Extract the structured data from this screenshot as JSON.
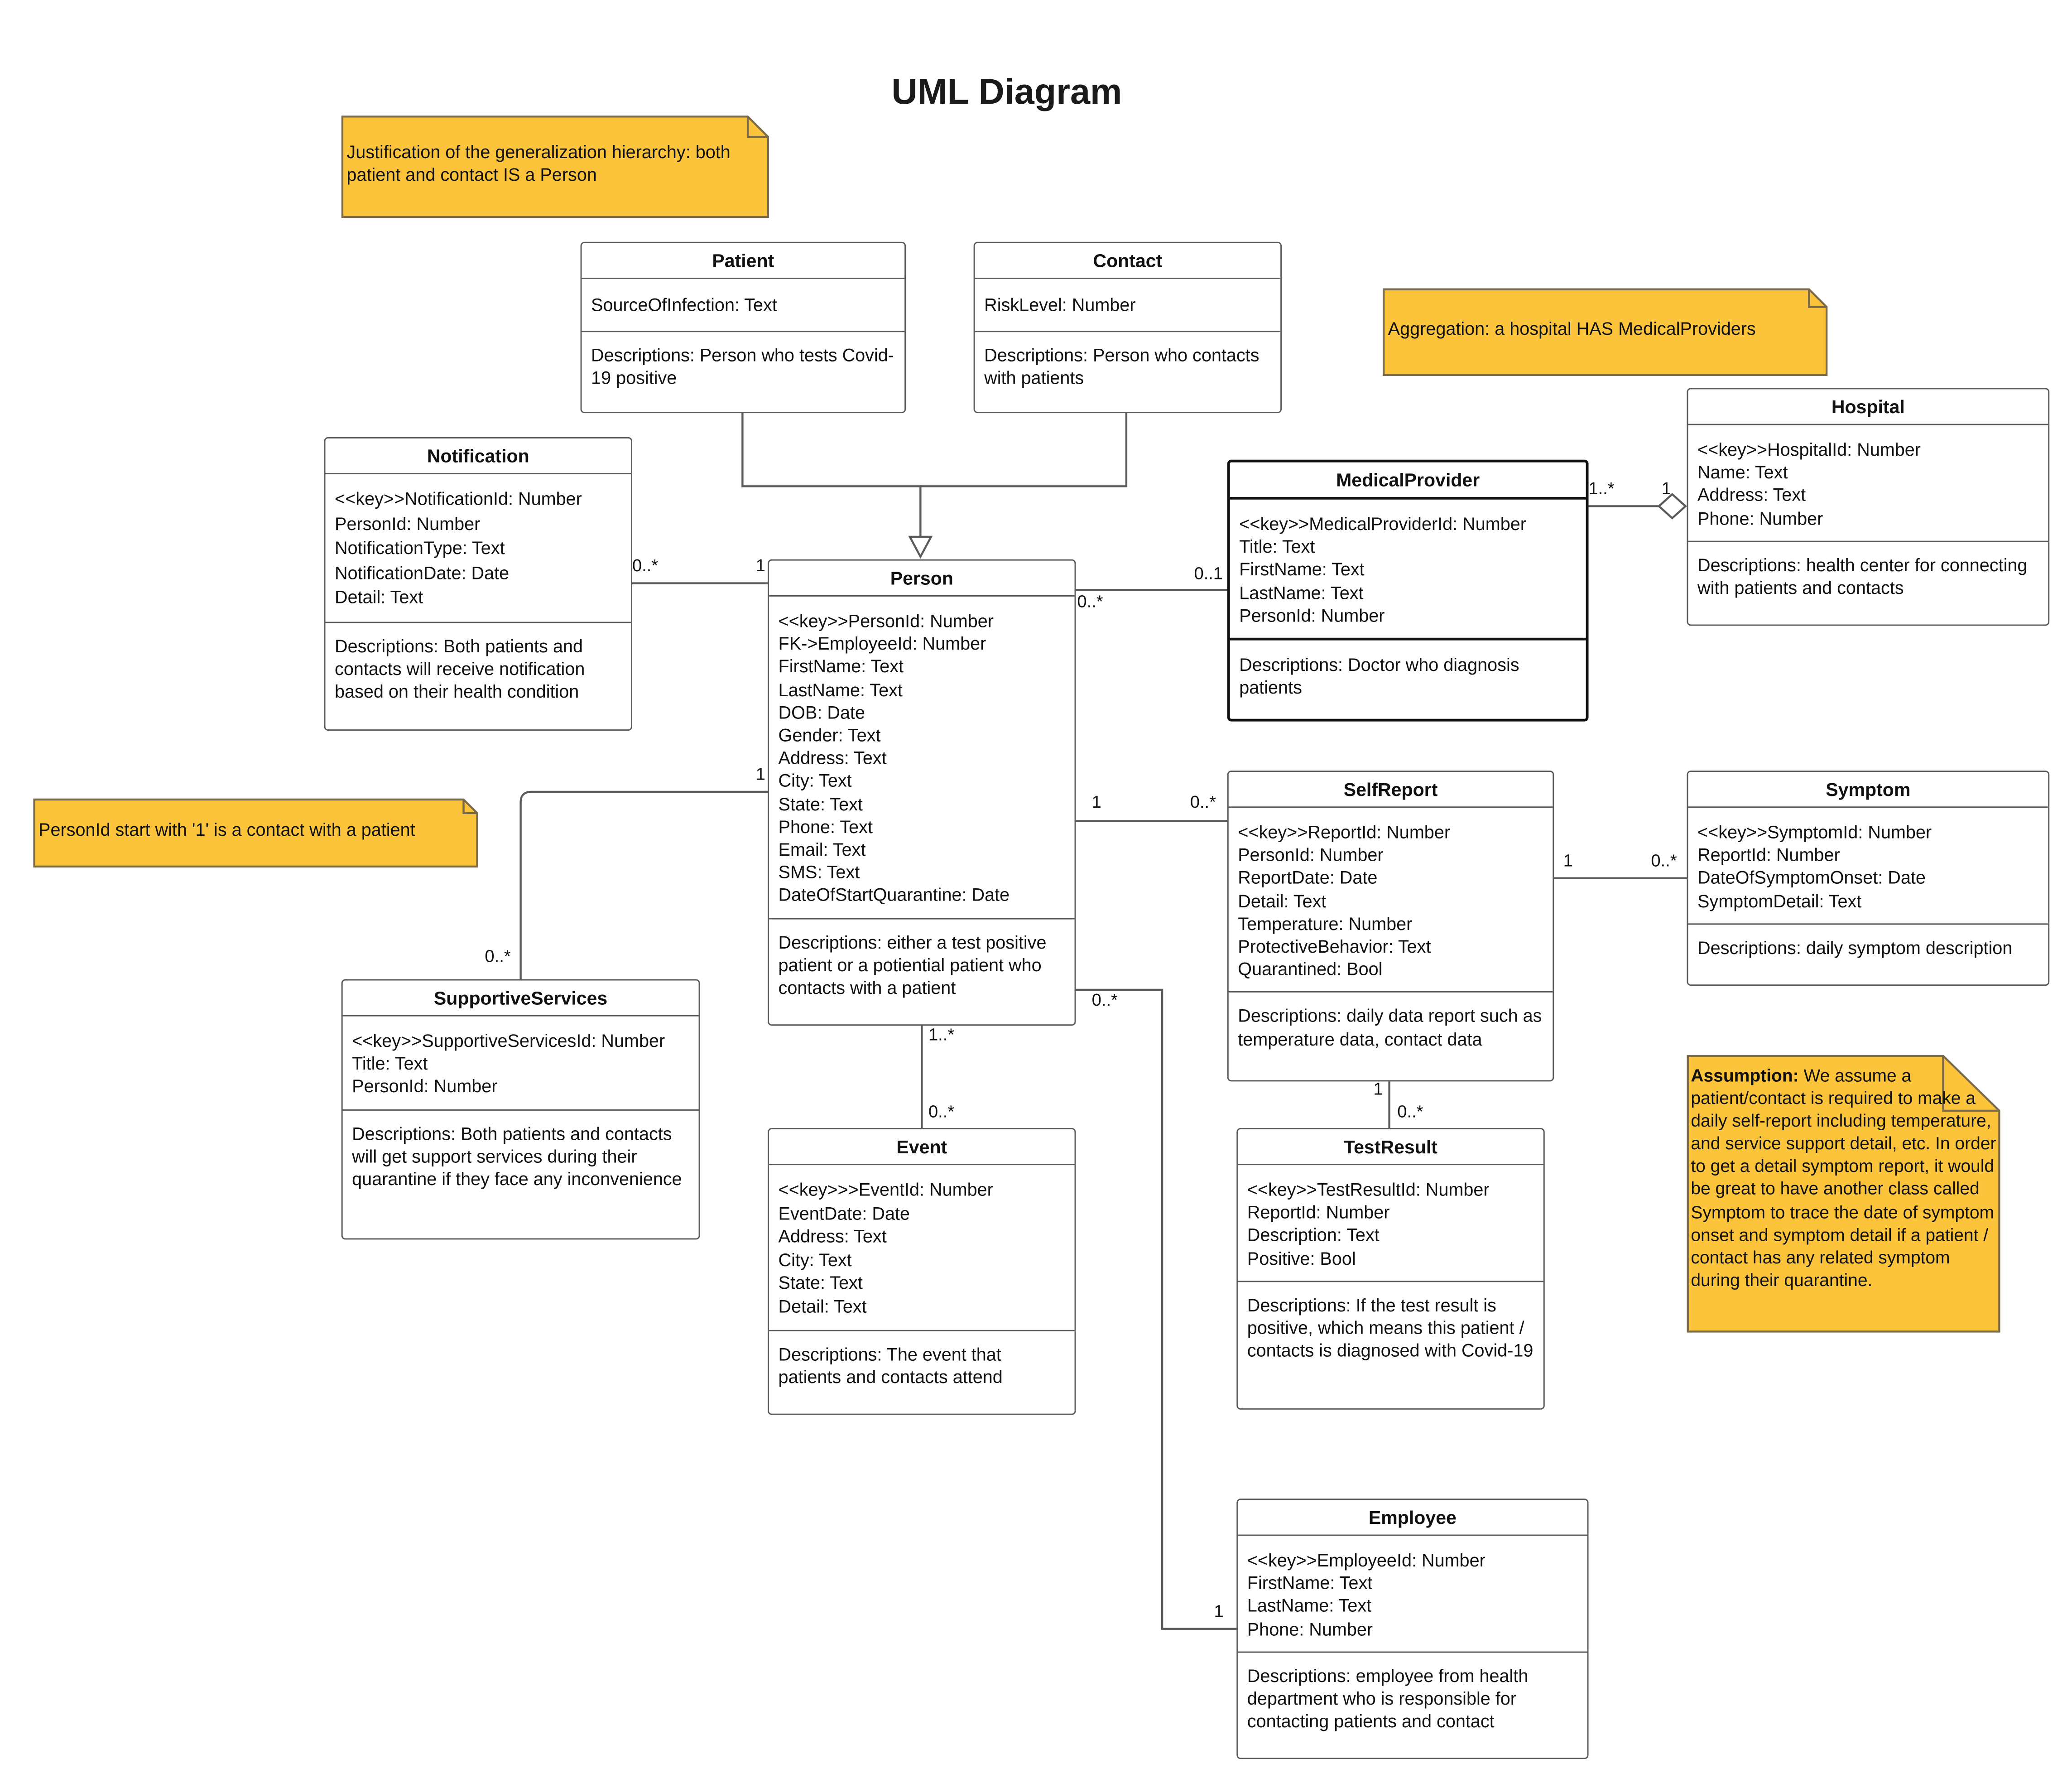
{
  "diagram": {
    "title": "UML Diagram",
    "notes": {
      "generalization": "Justification of the generalization hierarchy: both patient and contact IS a Person",
      "aggregation": "Aggregation: a hospital HAS MedicalProviders",
      "person_id": "PersonId start with '1' is a contact with a patient",
      "assumption_bold": "Assumption:",
      "assumption_text": "We assume a patient/contact is required to make a daily self-report including temperature, and service support detail, etc. In order to get a detail symptom report, it would be great to have another class called Symptom to trace the date of symptom onset and symptom detail if a patient / contact has any related symptom during their quarantine."
    },
    "classes": {
      "patient": {
        "name": "Patient",
        "attributes": [
          "SourceOfInfection: Text"
        ],
        "description": "Descriptions: Person who tests Covid-19 positive"
      },
      "contact": {
        "name": "Contact",
        "attributes": [
          "RiskLevel: Number"
        ],
        "description": "Descriptions: Person who contacts with patients"
      },
      "notification": {
        "name": "Notification",
        "attributes": [
          "<<key>>NotificationId: Number",
          "PersonId: Number",
          "NotificationType: Text",
          "NotificationDate: Date",
          "Detail: Text"
        ],
        "description": "Descriptions: Both patients and contacts will receive notification based on their health condition"
      },
      "person": {
        "name": "Person",
        "attributes": [
          "<<key>>PersonId: Number",
          "FK->EmployeeId: Number",
          "FirstName: Text",
          "LastName: Text",
          "DOB: Date",
          "Gender: Text",
          "Address: Text",
          "City: Text",
          "State: Text",
          "Phone: Text",
          "Email: Text",
          "SMS: Text",
          "DateOfStartQuarantine: Date"
        ],
        "description": "Descriptions: either a test positive patient or a potiential patient who contacts with a patient"
      },
      "medical_provider": {
        "name": "MedicalProvider",
        "attributes": [
          "<<key>>MedicalProviderId: Number",
          "Title: Text",
          "FirstName: Text",
          "LastName: Text",
          "PersonId: Number"
        ],
        "description": "Descriptions: Doctor who diagnosis patients"
      },
      "hospital": {
        "name": "Hospital",
        "attributes": [
          "<<key>>HospitalId: Number",
          "Name: Text",
          "Address: Text",
          "Phone: Number"
        ],
        "description": "Descriptions: health center for connecting with patients and contacts"
      },
      "self_report": {
        "name": "SelfReport",
        "attributes": [
          "<<key>>ReportId: Number",
          "PersonId: Number",
          "ReportDate: Date",
          "Detail: Text",
          "Temperature: Number",
          "ProtectiveBehavior: Text",
          "Quarantined: Bool"
        ],
        "description": "Descriptions: daily data report such as temperature data, contact data"
      },
      "symptom": {
        "name": "Symptom",
        "attributes": [
          "<<key>>SymptomId: Number",
          "ReportId: Number",
          "DateOfSymptomOnset: Date",
          "SymptomDetail: Text"
        ],
        "description": "Descriptions: daily symptom description"
      },
      "supportive_services": {
        "name": "SupportiveServices",
        "attributes": [
          "<<key>>SupportiveServicesId: Number",
          "Title: Text",
          "PersonId: Number"
        ],
        "description": "Descriptions: Both patients and contacts will get support services during their quarantine if they face any inconvenience"
      },
      "event": {
        "name": "Event",
        "attributes": [
          "<<key>>>EventId: Number",
          "EventDate: Date",
          "Address: Text",
          "City: Text",
          "State: Text",
          "Detail: Text"
        ],
        "description": "Descriptions:  The event that patients and contacts attend"
      },
      "test_result": {
        "name": "TestResult",
        "attributes": [
          "<<key>>TestResultId: Number",
          "ReportId: Number",
          "Description: Text",
          "Positive: Bool"
        ],
        "description": "Descriptions: If the test result is positive, which means this patient / contacts is diagnosed with Covid-19"
      },
      "employee": {
        "name": "Employee",
        "attributes": [
          "<<key>>EmployeeId: Number",
          "FirstName: Text",
          "LastName: Text",
          "Phone: Number"
        ],
        "description": "Descriptions: employee from health department who is responsible for contacting patients and contact"
      }
    },
    "multiplicities": {
      "notification_person_many": "0..*",
      "notification_person_one": "1",
      "person_medical_many": "0..*",
      "person_medical_opt": "0..1",
      "medical_hospital_many": "1..*",
      "medical_hospital_one": "1",
      "person_support_one": "1",
      "person_support_many": "0..*",
      "person_report_one": "1",
      "person_report_many": "0..*",
      "report_symptom_one": "1",
      "report_symptom_many": "0..*",
      "person_event_person": "1..*",
      "person_event_event": "0..*",
      "report_test_one": "1",
      "report_test_many": "0..*",
      "person_employee_many": "0..*",
      "person_employee_one": "1"
    },
    "colors": {
      "note_fill": "#fbc43a",
      "note_border": "#7a6a4a",
      "line": "#5a5a5a"
    }
  }
}
